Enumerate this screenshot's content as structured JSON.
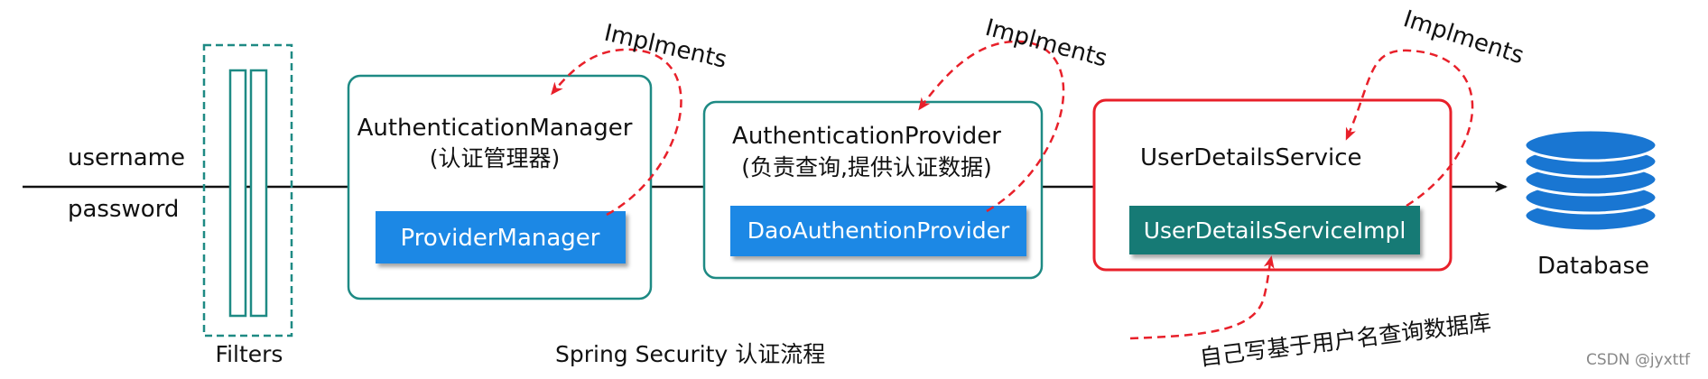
{
  "inputs": {
    "username": "username",
    "password": "password"
  },
  "filters": {
    "label": "Filters"
  },
  "manager": {
    "title": "AuthenticationManager",
    "subtitle": "(认证管理器)",
    "impl": "ProviderManager"
  },
  "provider": {
    "title": "AuthenticationProvider",
    "subtitle": "(负责查询,提供认证数据)",
    "impl": "DaoAuthentionProvider"
  },
  "service": {
    "title": "UserDetailsService",
    "impl": "UserDetailsServiceImpl"
  },
  "implements_label": "Implments",
  "database": {
    "label": "Database"
  },
  "note": "自己写基于用户名查询数据库",
  "caption": "Spring Security 认证流程",
  "watermark": "CSDN @jyxttf",
  "colors": {
    "teal": "#1e8a84",
    "blue": "#1e88e5",
    "dark_teal": "#137a74",
    "red": "#e8202a",
    "db": "#1976d2"
  }
}
